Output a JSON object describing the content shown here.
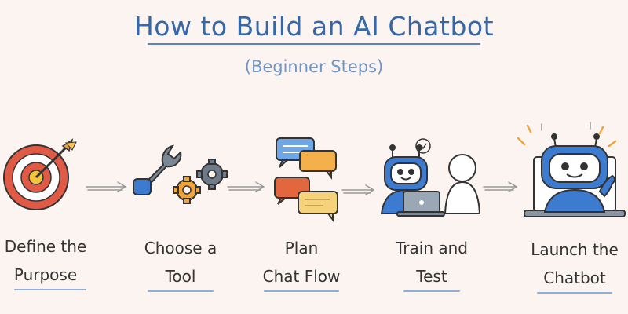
{
  "title": "How to Build an AI Chatbot",
  "subtitle": "(Beginner Steps)",
  "steps": [
    {
      "icon": "target-icon",
      "line1": "Define the",
      "line2": "Purpose"
    },
    {
      "icon": "tools-icon",
      "line1": "Choose a",
      "line2": "Tool"
    },
    {
      "icon": "chat-bubbles-icon",
      "line1": "Plan",
      "line2": "Chat Flow"
    },
    {
      "icon": "robot-training-icon",
      "line1": "Train and",
      "line2": "Test"
    },
    {
      "icon": "robot-launch-icon",
      "line1": "Launch the",
      "line2": "Chatbot"
    }
  ],
  "colors": {
    "background": "#fbf4f1",
    "title": "#3568a8",
    "accent_blue": "#3d7bd1",
    "accent_orange": "#f2a43a",
    "accent_red": "#d9533f",
    "accent_yellow": "#f6d27a"
  }
}
